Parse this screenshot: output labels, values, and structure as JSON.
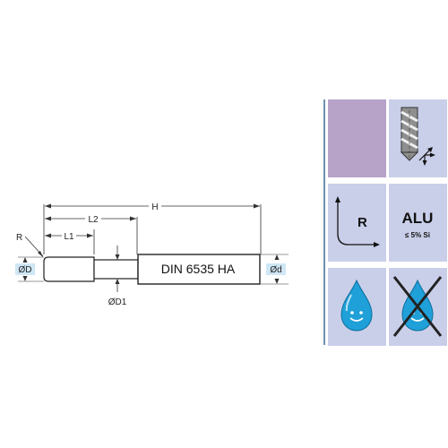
{
  "drawing": {
    "labels": {
      "H": "H",
      "L2": "L2",
      "L1": "L1",
      "R": "R",
      "D": "ØD",
      "d": "Ød",
      "D1": "ØD1"
    },
    "shank_marking": "DIN 6535 HA"
  },
  "icons": {
    "material": {
      "title": "ALU",
      "subtitle": "≤ 5% Si"
    },
    "radius_label": "R"
  },
  "colors": {
    "tile_purple": "#b6a3c7",
    "tile_blue": "#c9cfe9",
    "drop_blue": "#1fa0d8",
    "dim_highlight": "#cfe6f5",
    "grid_border": "#6f8fb2"
  }
}
